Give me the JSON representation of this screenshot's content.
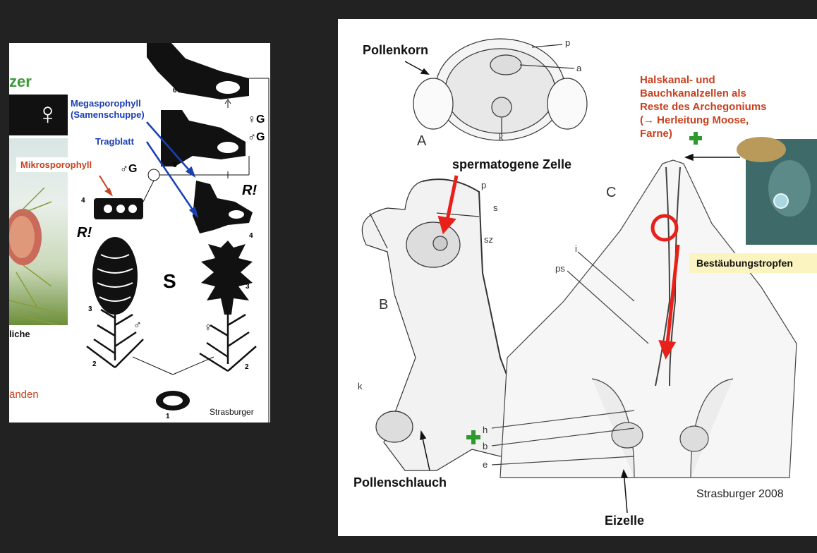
{
  "colors": {
    "background": "#222222",
    "panel": "#ffffff",
    "label_blue": "#1a3fb4",
    "label_red": "#c8401e",
    "arrow_red": "#e8201a",
    "title_green": "#3a9a3a",
    "plus_green": "#2e9a2e",
    "tooltip_yellow": "#fbf3c0"
  },
  "left_slide": {
    "title_fragment": "zer",
    "female_symbol": "♀",
    "caption_fragment": "liche",
    "bottom_fragment": "änden",
    "labels": {
      "megasporophyll_line1": "Megasporophyll",
      "megasporophyll_line2": "(Samenschuppe)",
      "tragblatt": "Tragblatt",
      "mikrosporophyll": "Mikrosporophyll"
    },
    "figure_marks": {
      "num1": "1",
      "num2a": "2",
      "num2b": "2",
      "num3a": "3",
      "num3b": "3",
      "num4a": "4",
      "num4b": "4",
      "num5": "5",
      "num6": "6",
      "r_left": "R!",
      "r_right": "R!",
      "s_mark": "S",
      "male_g": "♂G",
      "female_g_top": "♀G",
      "male_g_right": "♂G",
      "male": "♂",
      "female": "♀"
    },
    "source": "Strasburger"
  },
  "right_slide": {
    "labels": {
      "pollenkorn": "Pollenkorn",
      "spermatogene": "spermatogene Zelle",
      "pollenschlauch": "Pollenschlauch",
      "eizelle": "Eizelle",
      "halskanal_line1": "Halskanal- und",
      "halskanal_line2": "Bauchkanalzellen als",
      "halskanal_line3": "Reste des Archegoniums",
      "halskanal_line4": "(→ Herleitung Moose,",
      "halskanal_line5": "Farne)",
      "bestaeubung": "Bestäubungstropfen"
    },
    "letters": {
      "A": "A",
      "B": "B",
      "C": "C",
      "p1": "p",
      "a": "a",
      "k1": "k",
      "p2": "p",
      "s": "s",
      "sz": "sz",
      "k2": "k",
      "i": "i",
      "ps": "ps",
      "h": "h",
      "b": "b",
      "e": "e"
    },
    "source": "Strasburger 2008"
  }
}
